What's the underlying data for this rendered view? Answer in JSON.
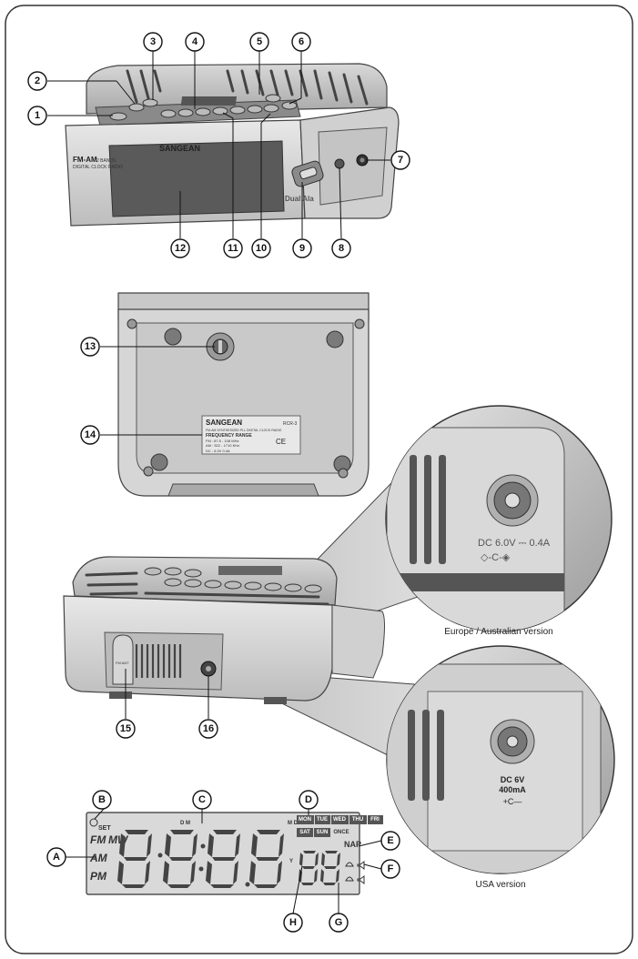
{
  "front_view": {
    "callouts": [
      "1",
      "2",
      "3",
      "4",
      "5",
      "6",
      "7",
      "8",
      "9",
      "10",
      "11",
      "12"
    ],
    "brand": "SANGEAN",
    "model_text": "FM-AM",
    "model_subtext": "2 BANDS",
    "model_subtext2": "DIGITAL CLOCK RADIO",
    "side_text": "Dual Ala"
  },
  "bottom_view": {
    "callouts": [
      "13",
      "14"
    ],
    "label_brand": "SANGEAN",
    "label_model": "RCR-3",
    "label_line1": "FM-AM SYNTHESIZED PLL DIGITAL CLOCK RADIO",
    "label_freq_title": "FREQUENCY RANGE",
    "label_freq_fm": "FM : 87.5 - 108 MHz",
    "label_freq_am": "AM : 522 - 1710 KHz",
    "label_power": "DC : 6.0V 0.4A",
    "label_ce": "CE"
  },
  "rear_view": {
    "callouts": [
      "15",
      "16"
    ],
    "antenna_text": "FM ANT"
  },
  "zoom_eu": {
    "rating_line": "DC 6.0V ⎓ 0.4A",
    "polarity": "◇-C-◈",
    "caption": "Europe / Australian version"
  },
  "zoom_us": {
    "rating_line1": "DC 6V",
    "rating_line2": "400mA",
    "polarity": "+C—",
    "caption": "USA version"
  },
  "lcd": {
    "callouts": [
      "A",
      "B",
      "C",
      "D",
      "E",
      "F",
      "G",
      "H"
    ],
    "set_text": "SET",
    "fm": "FM",
    "mw": "MW",
    "am": "AM",
    "pm": "PM",
    "dm": "D M",
    "md": "M D",
    "y_text": "Y",
    "days_row1": [
      "MON",
      "TUE",
      "WED",
      "THU",
      "FRI"
    ],
    "days_row2": [
      "SAT",
      "SUN",
      "ONCE"
    ],
    "nap": "NAP"
  },
  "colors": {
    "frame_border": "#333333",
    "device_gray": "#9a9a9a",
    "device_dark": "#555555",
    "lcd_segment": "#444444"
  }
}
